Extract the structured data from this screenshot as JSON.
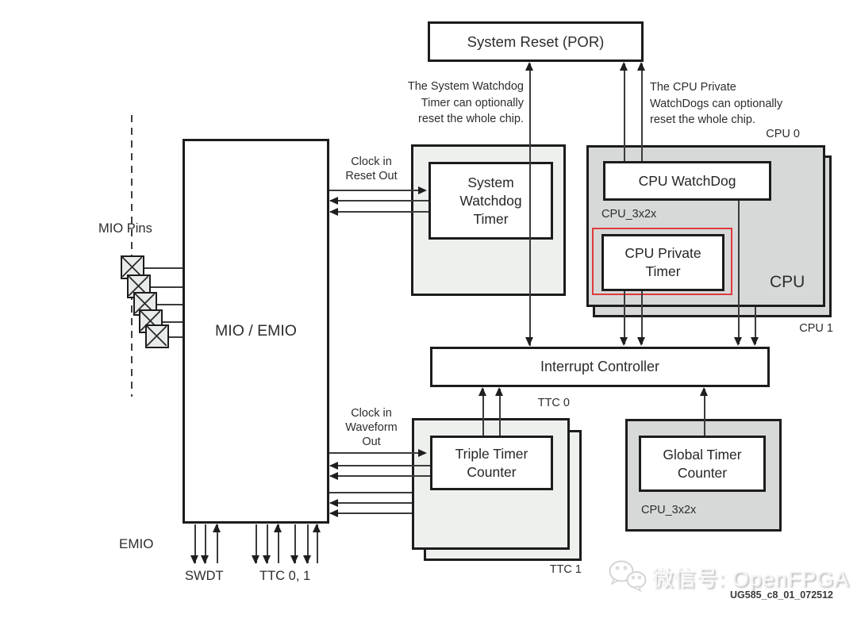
{
  "diagram": {
    "system_reset": {
      "label": "System Reset (POR)"
    },
    "annotations": {
      "swdt_note": [
        "The System Watchdog",
        "Timer can optionally",
        "reset the whole chip."
      ],
      "cpu_note": [
        "The CPU Private",
        "WatchDogs can optionally",
        "reset the whole chip."
      ]
    },
    "mio": {
      "label": "MIO / EMIO",
      "pins_label": "MIO Pins",
      "emio_label": "EMIO",
      "swdt_pins_label": "SWDT",
      "ttc_pins_label": "TTC 0, 1"
    },
    "swdt": {
      "label_lines": [
        "System",
        "Watchdog",
        "Timer"
      ],
      "clock_label": "Clock in",
      "reset_label": "Reset Out"
    },
    "cpu": {
      "cpu0_label": "CPU 0",
      "cpu1_label": "CPU 1",
      "watchdog_label": "CPU WatchDog",
      "bus_label": "CPU_3x2x",
      "private_timer_lines": [
        "CPU Private",
        "Timer"
      ],
      "cpu_label": "CPU"
    },
    "interrupt_controller": {
      "label": "Interrupt Controller"
    },
    "ttc": {
      "ttc0_label": "TTC 0",
      "ttc1_label": "TTC 1",
      "label_lines": [
        "Triple Timer",
        "Counter"
      ],
      "clock_label": "Clock in",
      "waveform_label": "Waveform",
      "out_label": "Out"
    },
    "gtc": {
      "label_lines": [
        "Global Timer",
        "Counter"
      ],
      "bus_label": "CPU_3x2x"
    },
    "watermark": {
      "text": "微信号: OpenFPGA",
      "figure_id": "UG585_c8_01_072512"
    },
    "colors": {
      "highlight_red": "#e03a3c",
      "block_light_gray": "#eef0ee",
      "block_medium_gray": "#d7d9d8",
      "line": "#3b3b3b",
      "border": "#1c1c1c"
    }
  }
}
